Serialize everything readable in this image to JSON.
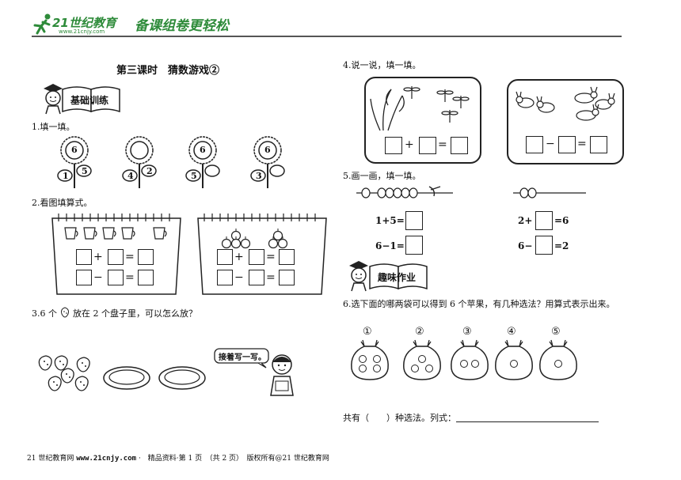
{
  "header": {
    "logo_main": "21世纪教育",
    "logo_url": "www.21cnjy.com",
    "slogan": "备课组卷更轻松"
  },
  "title": "第三课时　猜数游戏②",
  "section_basic": "基础训练",
  "section_fun": "趣味作业",
  "q1": {
    "label": "1.填一填。",
    "flowers": [
      {
        "center": "6",
        "leaf_left": "1",
        "leaf_right": "5"
      },
      {
        "center": "",
        "leaf_left": "4",
        "leaf_right": "2"
      },
      {
        "center": "6",
        "leaf_left": "5",
        "leaf_right": ""
      },
      {
        "center": "6",
        "leaf_left": "3",
        "leaf_right": ""
      }
    ]
  },
  "q2": {
    "label": "2.看图填算式。"
  },
  "q3": {
    "label_pre": "3.6 个",
    "label_post": "放在 2 个盘子里，可以怎么放？",
    "bubble": "接着写一写。"
  },
  "q4": {
    "label": "4.说一说，填一填。"
  },
  "q5": {
    "label": "5.画一画，填一填。",
    "left_eq1": "1+5=",
    "left_eq2": "6−1=",
    "right_eq1_a": "2+",
    "right_eq1_b": "=6",
    "right_eq2_a": "6−",
    "right_eq2_b": "=2"
  },
  "q6": {
    "label": "6.选下面的哪两袋可以得到 6 个苹果，有几种选法？用算式表示出来。",
    "bags": [
      {
        "num": "①",
        "apples": 4
      },
      {
        "num": "②",
        "apples": 3
      },
      {
        "num": "③",
        "apples": 2
      },
      {
        "num": "④",
        "apples": 1
      },
      {
        "num": "⑤",
        "apples": 1
      }
    ],
    "answer": "共有（　　）种选法。列式："
  },
  "footer": {
    "site": "21 世纪教育网",
    "url": "www.21cnjy.com",
    "rest": "·　精品资料·第 1 页　（共 2 页）　版权所有@21 世纪教育网"
  },
  "colors": {
    "logo_green": "#2e8b3a",
    "ink": "#111111"
  }
}
